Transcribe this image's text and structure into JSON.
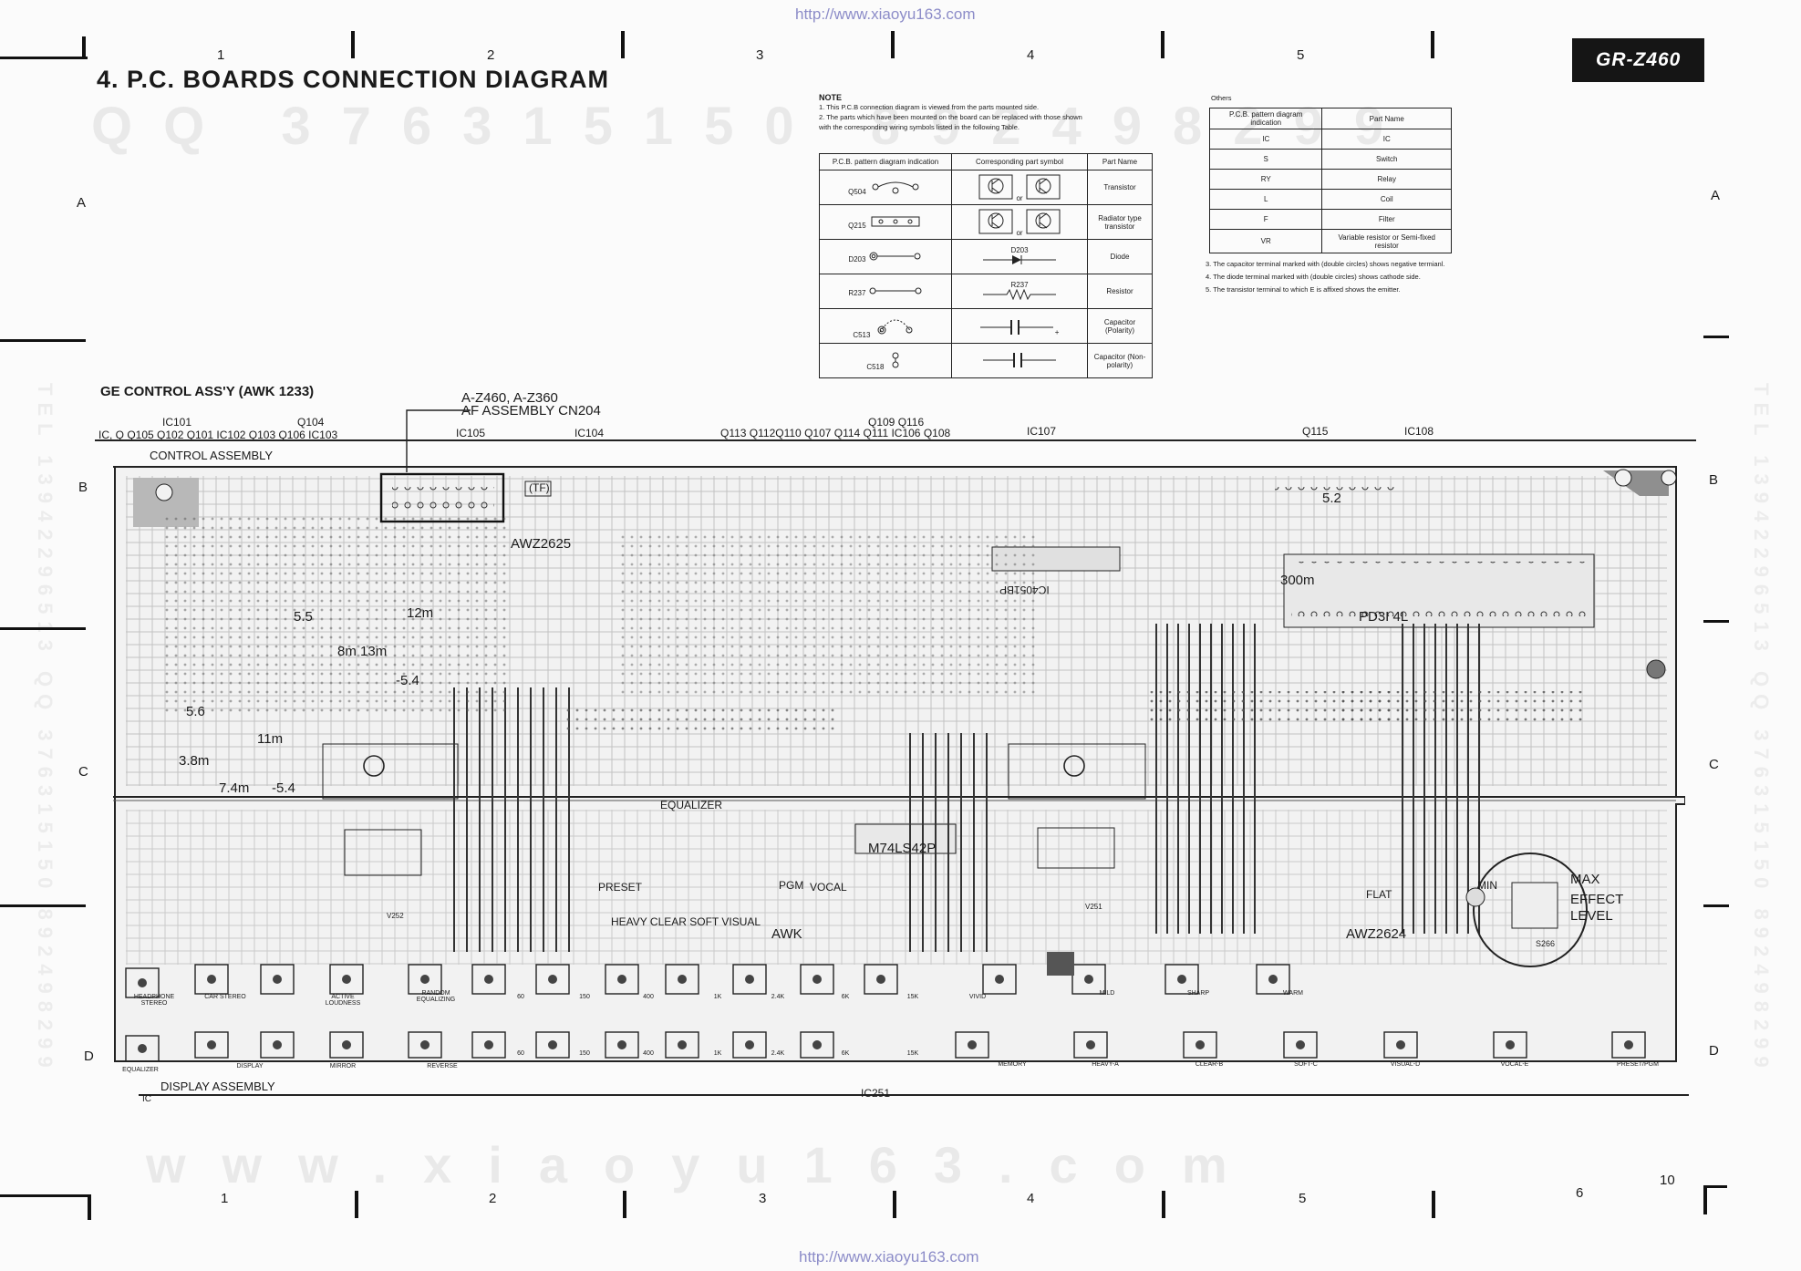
{
  "header": {
    "url_top": "http://www.xiaoyu163.com",
    "url_bottom": "http://www.xiaoyu163.com",
    "model_badge": "GR-Z460",
    "title": "4. P.C. BOARDS CONNECTION DIAGRAM",
    "page_number": "10"
  },
  "grid": {
    "columns_top": [
      "1",
      "2",
      "3",
      "4",
      "5"
    ],
    "columns_bottom": [
      "1",
      "2",
      "3",
      "4",
      "5",
      "6"
    ],
    "rows_left": [
      "A",
      "B",
      "C",
      "D"
    ],
    "rows_right": [
      "A",
      "B",
      "C",
      "D"
    ]
  },
  "watermarks": {
    "qq": "QQ 376315150  892498299",
    "site": "www.xiaoyu163.com",
    "tel": "TEL 13942296513  QQ 376315150  892498299"
  },
  "note": {
    "heading": "NOTE",
    "lines": [
      "1.  This P.C.B connection diagram is viewed from the parts mounted side.",
      "2.  The parts which have been mounted on the board can be replaced with those shown",
      "     with the corresponding wiring symbols listed in the following Table."
    ],
    "table_headers": [
      "P.C.B. pattern diagram indication",
      "Corresponding part symbol",
      "Part Name"
    ],
    "rows": [
      {
        "pattern": "Q504",
        "symbol_note": "or",
        "part": "Transistor"
      },
      {
        "pattern": "Q215",
        "symbol_note": "or",
        "part": "Radiator type transistor"
      },
      {
        "pattern": "D203",
        "symbol_note": "D203",
        "part": "Diode"
      },
      {
        "pattern": "R237",
        "symbol_note": "R237",
        "part": "Resistor"
      },
      {
        "pattern": "C513",
        "symbol_note": "+",
        "part": "Capacitor (Polarity)"
      },
      {
        "pattern": "C518",
        "symbol_note": "",
        "part": "Capacitor (Non-polarity)"
      }
    ]
  },
  "others": {
    "heading": "Others",
    "headers": [
      "P.C.B. pattern diagram indication",
      "Part Name"
    ],
    "rows": [
      {
        "code": "IC",
        "name": "IC"
      },
      {
        "code": "S",
        "name": "Switch"
      },
      {
        "code": "RY",
        "name": "Relay"
      },
      {
        "code": "L",
        "name": "Coil"
      },
      {
        "code": "F",
        "name": "Filter"
      },
      {
        "code": "VR",
        "name": "Variable resistor or Semi-fixed resistor"
      }
    ],
    "notes": [
      "3.  The capacitor terminal marked with    (double circles) shows negative termianl.",
      "4.  The diode terminal marked with    (double circles) shows cathode side.",
      "5.  The transistor terminal to which E is affixed shows the emitter."
    ]
  },
  "board": {
    "assy_title": "GE CONTROL ASS'Y (AWK 1233)",
    "connector_line1": "A-Z460, A-Z360",
    "connector_line2": "AF ASSEMBLY CN204",
    "top_labels": [
      "IC101",
      "Q104",
      "IC, Q  Q105  Q102  Q101  IC102  Q103  Q106  IC103",
      "IC105",
      "IC104",
      "Q113 Q112Q110  Q107 Q114  Q111  IC106  Q108",
      "Q109  Q116",
      "IC107",
      "Q115",
      "IC108"
    ],
    "control_assembly": "CONTROL ASSEMBLY",
    "display_assembly": "DISPLAY ASSEMBLY",
    "ic_label": "IC",
    "ic251": "IC251",
    "pcb_texts": [
      "AWZ2625",
      "PD3I 4L",
      "IC4051BP",
      "M74LS42P",
      "AWZ2624",
      "EQUALIZER",
      "PRESET",
      "PGM",
      "VOCAL",
      "HEAVY  CLEAR  SOFT  VISUAL",
      "AWK",
      "FLAT",
      "MAX",
      "MIN",
      "EFFECT",
      "LEVEL",
      "(TF)",
      "V252",
      "V251",
      "S266",
      "12m",
      "5.5",
      "8m  13m",
      "-5.4",
      "5.6",
      "11m",
      "3.8m",
      "7.4m",
      "-5.4",
      "5.2",
      "300m"
    ],
    "switch_row1": [
      "HEADPHONE STEREO",
      "CAR STEREO",
      "ACTIVE LOUDNESS",
      "RANDOM EQUALIZING",
      "60",
      "150",
      "400",
      "1K",
      "2.4K",
      "6K",
      "15K",
      "VIVID",
      "MILD",
      "SHARP",
      "WARM"
    ],
    "switch_row2": [
      "EQUALIZER",
      "DISPLAY",
      "MIRROR",
      "REVERSE",
      "60",
      "150",
      "400",
      "1K",
      "2.4K",
      "6K",
      "15K",
      "MEMORY",
      "HEAVY-A",
      "CLEAR-B",
      "SOFT-C",
      "VISUAL-D",
      "VOCAL-E",
      "PRESET/PGM"
    ]
  }
}
